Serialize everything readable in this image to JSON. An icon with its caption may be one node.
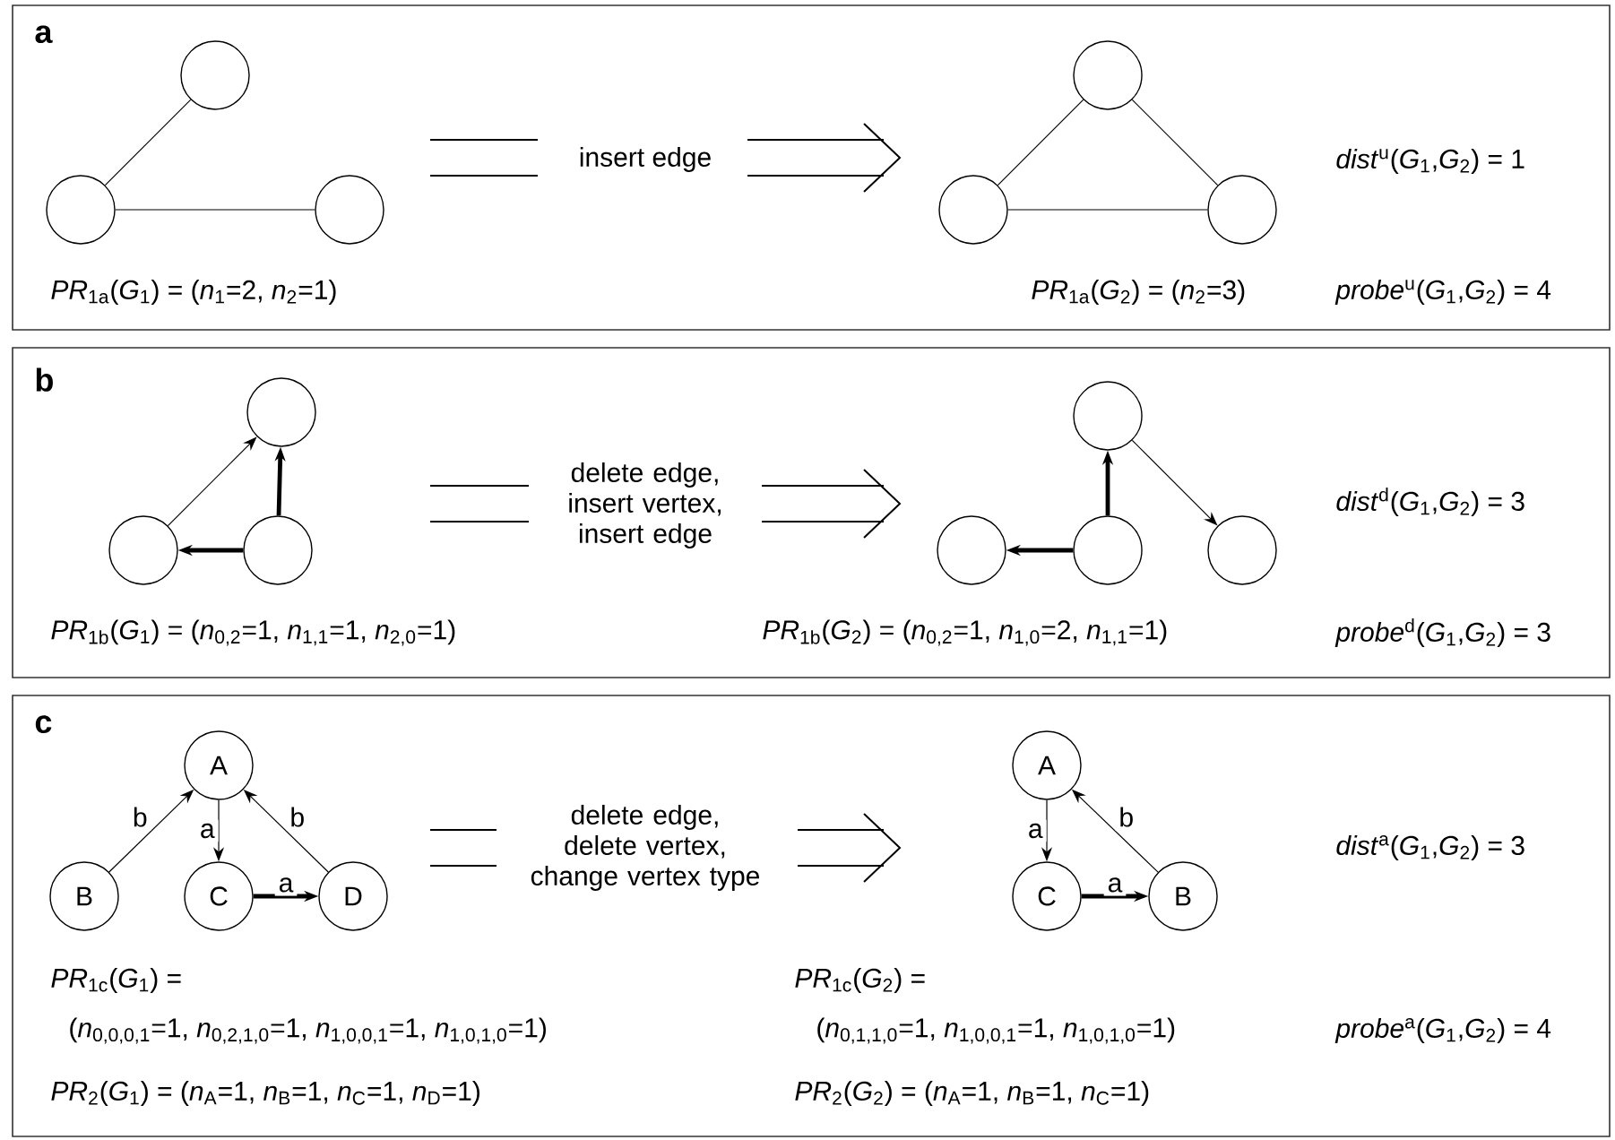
{
  "diagram": {
    "nodes": [
      {
        "text": [
          "a"
        ]
      },
      {
        "text": [],
        "shape": "circle",
        "in": 0
      },
      {
        "text": [],
        "shape": "circle",
        "in": 0
      },
      {
        "text": [],
        "shape": "circle",
        "in": 0
      },
      {
        "text": [],
        "shape": "circle",
        "in": 0
      },
      {
        "text": [],
        "shape": "circle",
        "in": 0
      },
      {
        "text": [],
        "shape": "circle",
        "in": 0
      },
      {
        "text": [
          "b"
        ]
      },
      {
        "text": [],
        "shape": "circle",
        "in": 7
      },
      {
        "text": [],
        "shape": "circle",
        "in": 7
      },
      {
        "text": [],
        "shape": "circle",
        "in": 7
      },
      {
        "text": [],
        "shape": "circle",
        "in": 7
      },
      {
        "text": [],
        "shape": "circle",
        "in": 7
      },
      {
        "text": [],
        "shape": "circle",
        "in": 7
      },
      {
        "text": [],
        "shape": "circle",
        "in": 7
      },
      {
        "text": [
          "c"
        ]
      },
      {
        "text": [
          "A"
        ],
        "in": 15
      },
      {
        "text": [
          "B"
        ],
        "in": 15
      },
      {
        "text": [
          "C"
        ],
        "in": 15
      },
      {
        "text": [
          "D"
        ],
        "in": 15
      },
      {
        "text": [
          "A"
        ],
        "in": 15
      },
      {
        "text": [
          "C"
        ],
        "in": 15
      },
      {
        "text": [
          "B"
        ],
        "in": 15
      }
    ],
    "edges": [
      {
        "from": 1,
        "to": 2,
        "arrow": "none"
      },
      {
        "from": 2,
        "to": 3,
        "arrow": "none"
      },
      {
        "from": 4,
        "to": 5,
        "arrow": "none"
      },
      {
        "from": 5,
        "to": 6,
        "arrow": "none"
      },
      {
        "from": 4,
        "to": 6,
        "arrow": "none"
      },
      {
        "from": 9,
        "to": 8,
        "arrow": "to"
      },
      {
        "from": 10,
        "to": 8,
        "arrow": "to",
        "style": "thick"
      },
      {
        "from": 10,
        "to": 9,
        "arrow": "to",
        "style": "thick"
      },
      {
        "from": 13,
        "to": 11,
        "arrow": "to",
        "style": "thick"
      },
      {
        "from": 13,
        "to": 12,
        "arrow": "to",
        "style": "thick"
      },
      {
        "from": 11,
        "to": 14,
        "arrow": "to"
      },
      {
        "from": 17,
        "to": 16,
        "arrow": "to",
        "label": "b"
      },
      {
        "from": 16,
        "to": 18,
        "arrow": "to",
        "label": "a"
      },
      {
        "from": 18,
        "to": 19,
        "arrow": "to",
        "style": "thick",
        "label": "a"
      },
      {
        "from": 19,
        "to": 16,
        "arrow": "to",
        "label": "b"
      },
      {
        "from": 20,
        "to": 21,
        "arrow": "to",
        "label": "a"
      },
      {
        "from": 21,
        "to": 22,
        "arrow": "to",
        "style": "thick",
        "label": "a"
      },
      {
        "from": 22,
        "to": 20,
        "arrow": "to",
        "label": "b"
      }
    ],
    "labels": [
      "insert edge",
      "*dist*$^{u}$(*G*$_{1}$,*G*$_{2}$) = 1",
      "*PR*$_{1a}$(*G*$_{1}$) = (*n*$_{1}$=2, *n*$_{2}$=1)",
      "*PR*$_{1a}$(*G*$_{2}$) = (*n*$_{2}$=3)",
      "*probe*$^{u}$(*G*$_{1}$,*G*$_{2}$) = 4",
      "delete edge, insert vertex, insert edge",
      "*dist*$^{d}$(*G*$_{1}$,*G*$_{2}$) = 3",
      "*PR*$_{1b}$(*G*$_{1}$) = (*n*$_{0,2}$=1, *n*$_{1,1}$=1, *n*$_{2,0}$=1)",
      "*PR*$_{1b}$(*G*$_{2}$) = (*n*$_{0,2}$=1, *n*$_{1,0}$=2, *n*$_{1,1}$=1)",
      "*probe*$^{d}$(*G*$_{1}$,*G*$_{2}$) = 3",
      "delete edge, delete vertex, change vertex type",
      "*dist*$^{a}$(*G*$_{1}$,*G*$_{2}$) = 3",
      "*PR*$_{1c}$(*G*$_{1}$) =",
      "*PR*$_{1c}$(*G*$_{2}$) =",
      "(*n*$_{0,0,0,1}$=1, *n*$_{0,2,1,0}$=1, *n*$_{1,0,0,1}$=1, *n*$_{1,0,1,0}$=1)",
      "(*n*$_{0,1,1,0}$=1, *n*$_{1,0,0,1}$=1, *n*$_{1,0,1,0}$=1)",
      "*probe*$^{a}$(*G*$_{1}$,*G*$_{2}$) = 4",
      "*PR*$_{2}$(*G*$_{1}$) = (*n*$_{A}$=1, *n*$_{B}$=1, *n*$_{C}$=1, *n*$_{D}$=1)",
      "*PR*$_{2}$(*G*$_{2}$) = (*n*$_{A}$=1, *n*$_{B}$=1, *n*$_{C}$=1)"
    ]
  }
}
